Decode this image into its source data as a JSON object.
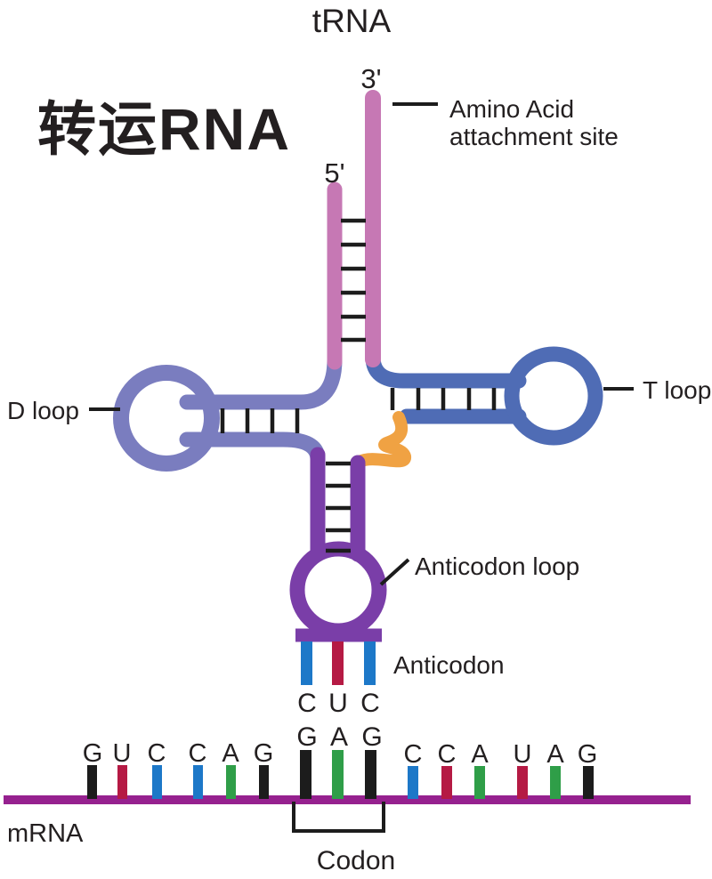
{
  "title": "tRNA",
  "overlay_text": "转运RNA",
  "labels": {
    "three_prime": "3'",
    "five_prime": "5'",
    "amino_acid_line1": "Amino Acid",
    "amino_acid_line2": "attachment site",
    "d_loop": "D loop",
    "t_loop": "T loop",
    "anticodon_loop": "Anticodon loop",
    "anticodon": "Anticodon",
    "codon": "Codon",
    "mrna": "mRNA"
  },
  "anticodon_bases": [
    {
      "letter": "C",
      "color": "#1d78c8"
    },
    {
      "letter": "U",
      "color": "#b51a44"
    },
    {
      "letter": "C",
      "color": "#1d78c8"
    }
  ],
  "mrna_left_bases": [
    {
      "letter": "G",
      "color": "#1c1c1c"
    },
    {
      "letter": "U",
      "color": "#b51a44"
    },
    {
      "letter": "C",
      "color": "#1d78c8"
    },
    {
      "letter": "C",
      "color": "#1d78c8"
    },
    {
      "letter": "A",
      "color": "#2f9e48"
    },
    {
      "letter": "G",
      "color": "#1c1c1c"
    }
  ],
  "codon_bases": [
    {
      "letter": "G",
      "color": "#1c1c1c"
    },
    {
      "letter": "A",
      "color": "#2f9e48"
    },
    {
      "letter": "G",
      "color": "#1c1c1c"
    }
  ],
  "mrna_right_bases": [
    {
      "letter": "C",
      "color": "#1d78c8"
    },
    {
      "letter": "C",
      "color": "#b51a44"
    },
    {
      "letter": "A",
      "color": "#2f9e48"
    },
    {
      "letter": "U",
      "color": "#b51a44"
    },
    {
      "letter": "A",
      "color": "#2f9e48"
    },
    {
      "letter": "G",
      "color": "#1c1c1c"
    }
  ],
  "colors": {
    "acceptor_stem_pink": "#c678b4",
    "d_arm_periwinkle": "#7a7dbf",
    "t_arm_blue": "#4f6cb5",
    "anticodon_arm_purple": "#7a3ea8",
    "variable_loop_orange": "#f0a243",
    "mrna_strand_magenta": "#96218f",
    "base_pair_rung_black": "#1c1c1c",
    "overlay_red": "#e8100c"
  }
}
